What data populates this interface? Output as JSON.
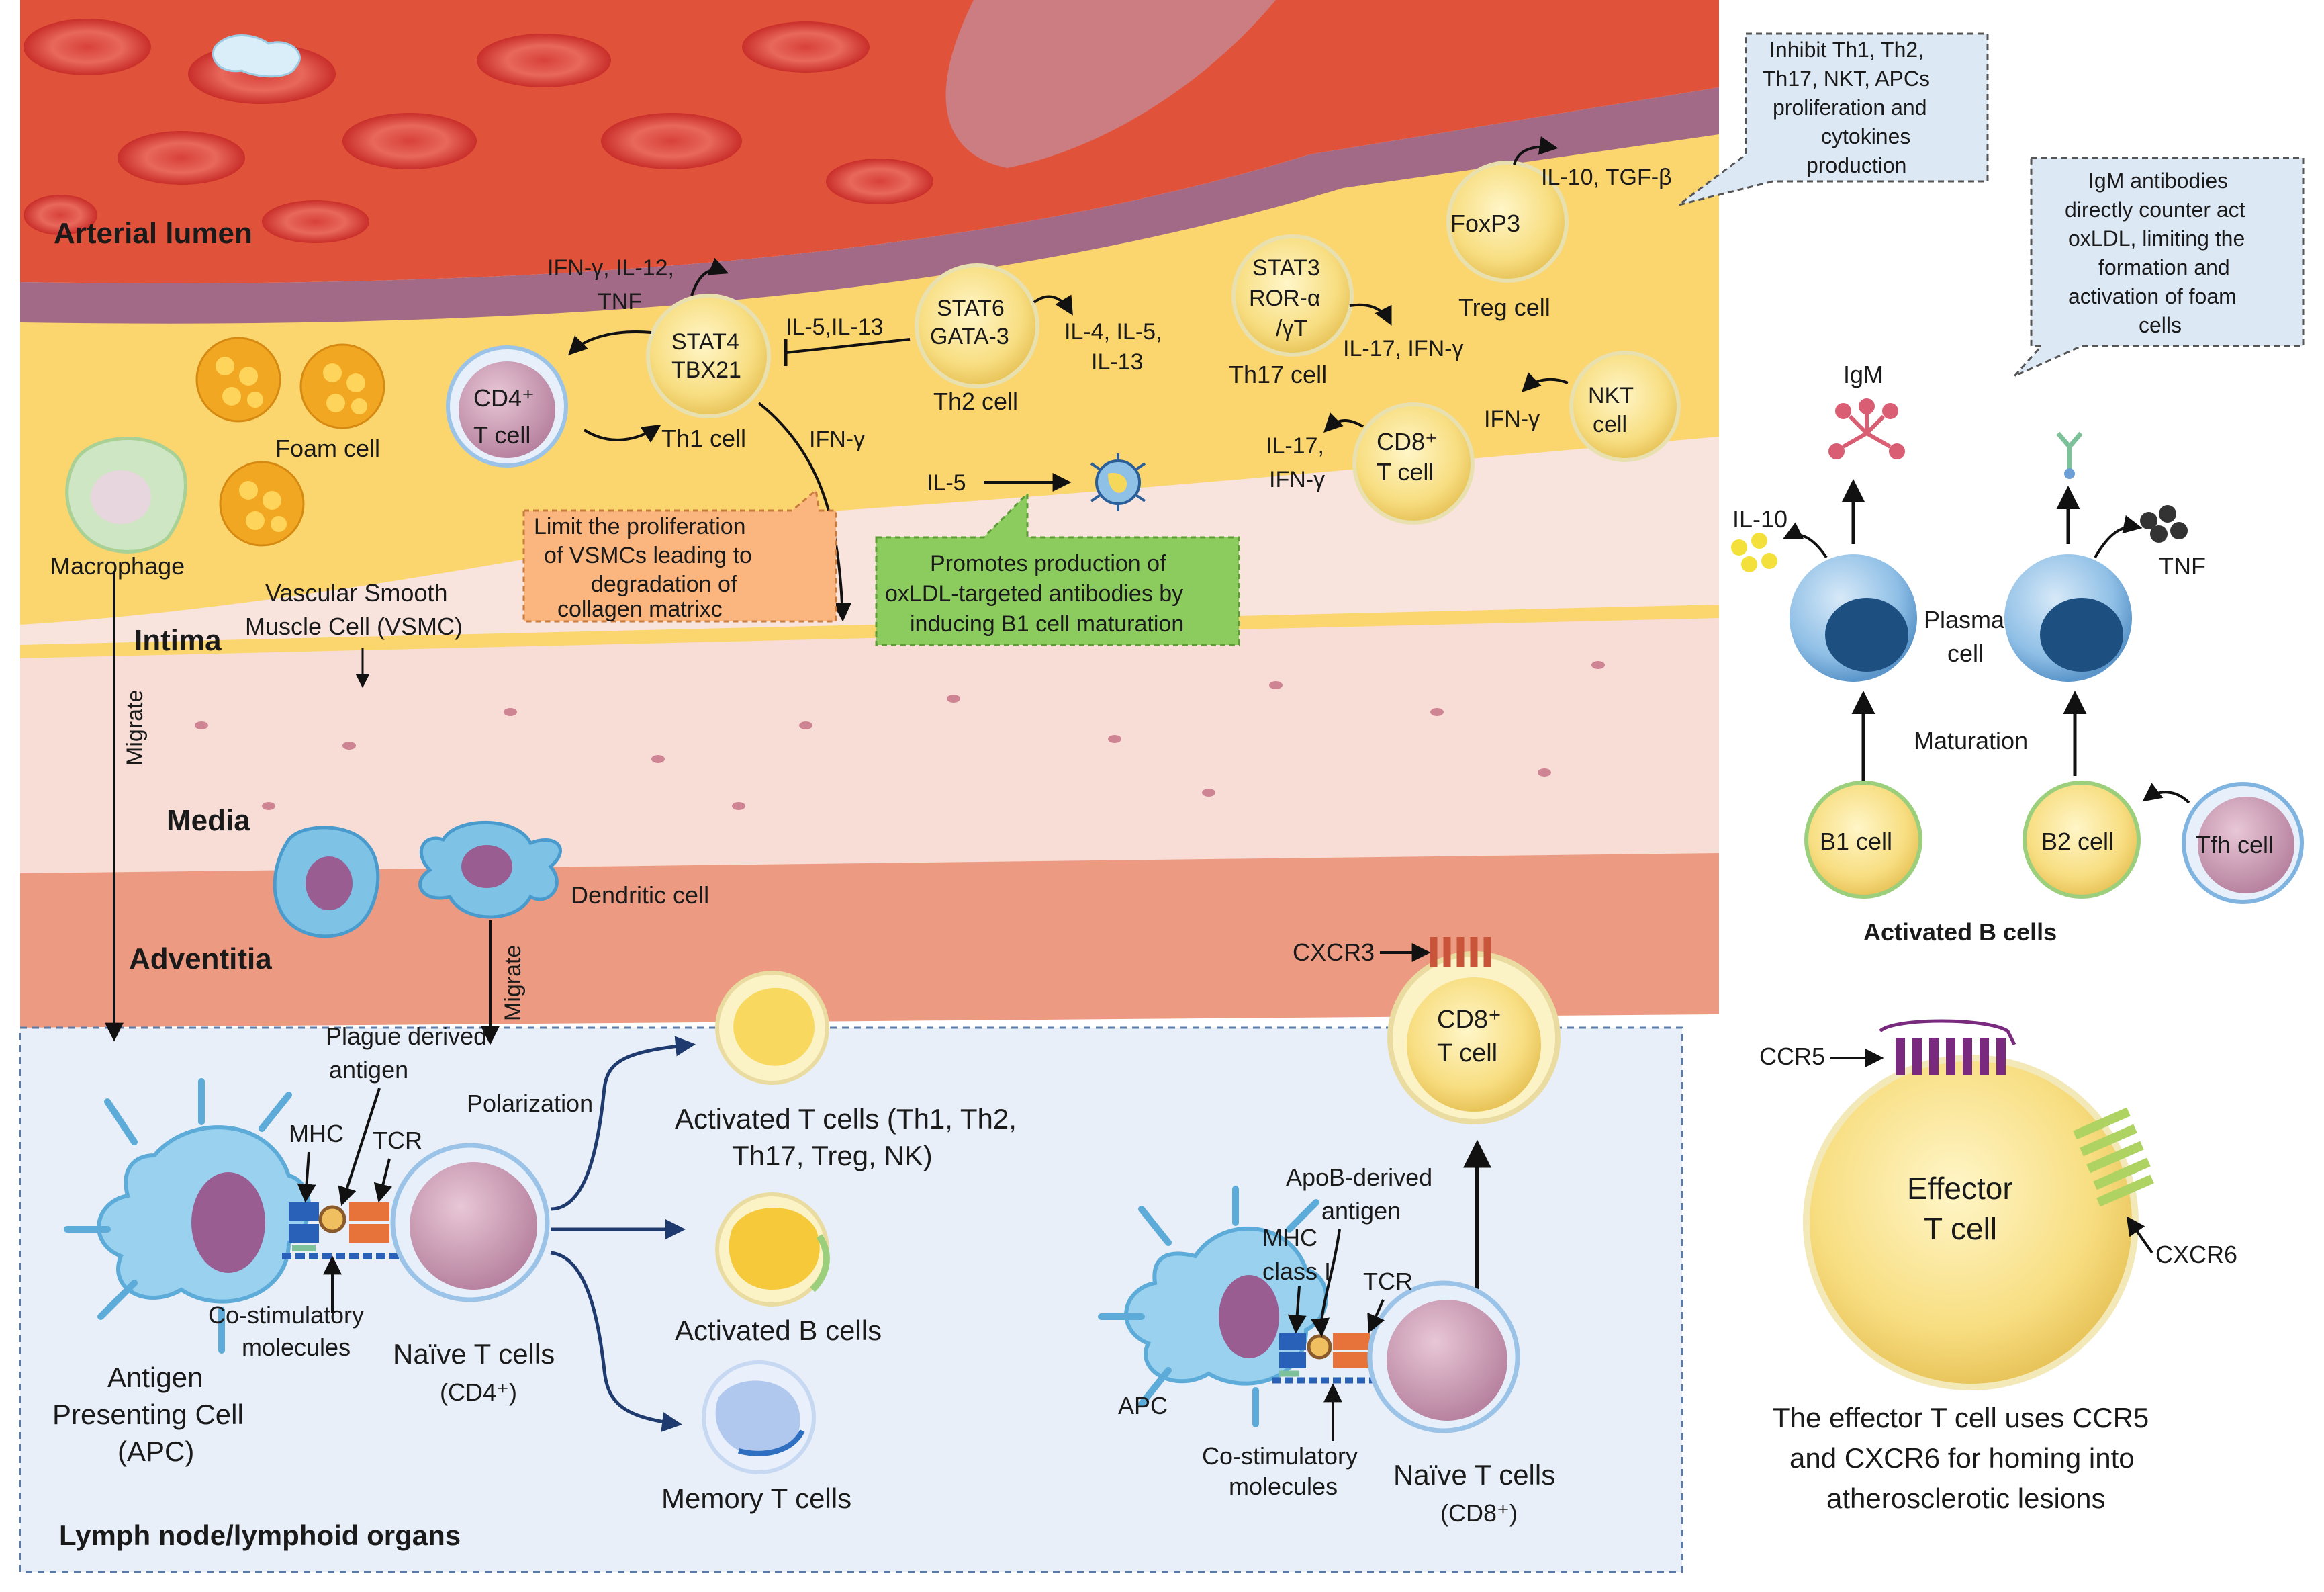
{
  "regions": {
    "arterial_lumen": "Arterial lumen",
    "intima": "Intima",
    "media": "Media",
    "adventitia": "Adventitia",
    "lymph": "Lymph node/lymphoid organs"
  },
  "plaque": {
    "foam_cell": "Foam cell",
    "macrophage": "Macrophage",
    "vsmc_1": "Vascular Smooth",
    "vsmc_2": "Muscle Cell (VSMC)",
    "dendritic_cell": "Dendritic cell",
    "migrate": "Migrate",
    "cd4_1": "CD4⁺",
    "cd4_2": "T cell",
    "th1_l1": "STAT4",
    "th1_l2": "TBX21",
    "th1_name": "Th1 cell",
    "th1_cytokines_1": "IFN-γ, IL-12,",
    "th1_cytokines_2": "TNF",
    "ifng_down": "IFN-γ",
    "il5_il13": "IL-5,IL-13",
    "th2_l1": "STAT6",
    "th2_l2": "GATA-3",
    "th2_name": "Th2 cell",
    "th2_cytokines_1": "IL-4, IL-5,",
    "th2_cytokines_2": "IL-13",
    "th17_l1": "STAT3",
    "th17_l2": "ROR-α",
    "th17_l3": "/γT",
    "th17_name": "Th17 cell",
    "th17_cytokines": "IL-17, IFN-γ",
    "treg_l1": "FoxP3",
    "treg_name": "Treg cell",
    "treg_cytokines": "IL-10, TGF-β",
    "nkt_1": "NKT",
    "nkt_2": "cell",
    "nkt_ifng": "IFN-γ",
    "cd8_1": "CD8⁺",
    "cd8_2": "T cell",
    "cd8_cytokines_1": "IL-17,",
    "cd8_cytokines_2": "IFN-γ",
    "il5": "IL-5",
    "orange_box": [
      "Limit the proliferation",
      "of VSMCs leading to",
      "degradation of",
      "collagen matrixc"
    ],
    "green_box": [
      "Promotes production of",
      "oxLDL-targeted antibodies by",
      "inducing B1 cell maturation"
    ],
    "treg_callout": [
      "Inhibit Th1, Th2,",
      "Th17, NKT, APCs",
      "proliferation and",
      "cytokines",
      "production"
    ],
    "igm_callout": [
      "IgM antibodies",
      "directly counter act",
      "oxLDL, limiting the",
      "formation and",
      "activation of foam",
      "cells"
    ]
  },
  "bcells": {
    "igm": "IgM",
    "il10": "IL-10",
    "tnf": "TNF",
    "plasma_1": "Plasma",
    "plasma_2": "cell",
    "maturation": "Maturation",
    "b1": "B1 cell",
    "b2": "B2 cell",
    "tfh": "Tfh cell",
    "title": "Activated B cells"
  },
  "lymph": {
    "migrate": "Migrate",
    "plague_1": "Plague derived",
    "plague_2": "antigen",
    "mhc": "MHC",
    "tcr": "TCR",
    "costim_1": "Co-stimulatory",
    "costim_2": "molecules",
    "apc_1": "Antigen",
    "apc_2": "Presenting Cell",
    "apc_3": "(APC)",
    "naive_1": "Naïve T cells",
    "naive_2": "(CD4⁺)",
    "polarization": "Polarization",
    "activated_t_1": "Activated T cells (Th1, Th2,",
    "activated_t_2": "Th17, Treg, NK)",
    "activated_b": "Activated B cells",
    "memory_t": "Memory T cells",
    "cxcr3": "CXCR3",
    "cd8_1": "CD8⁺",
    "cd8_2": "T cell",
    "apob_1": "ApoB-derived",
    "apob_2": "antigen",
    "mhc1_1": "MHC",
    "mhc1_2": "class I",
    "tcr2": "TCR",
    "apc2": "APC",
    "costim2_1": "Co-stimulatory",
    "costim2_2": "molecules",
    "naive8_1": "Naïve T cells",
    "naive8_2": "(CD8⁺)"
  },
  "effector": {
    "ccr5": "CCR5",
    "cxcr6": "CXCR6",
    "name_1": "Effector",
    "name_2": "T cell",
    "caption": [
      "The effector T cell uses CCR5",
      "and CXCR6 for homing into",
      "atherosclerotic lesions"
    ]
  },
  "colors": {
    "lumen": "#e0533a",
    "intima": "#fbd56e",
    "media": "#f7ddd5",
    "adventitia": "#ec9b82",
    "lymph_bg": "#e8eff8",
    "t_cell_yellow": "#f9e79a",
    "cd4_blue": "#7fb3e0",
    "purple_nucleus": "#b889a3",
    "orange_box": "#fbb57f",
    "green_box": "#8ccb5e",
    "callout": "#dde8f5"
  }
}
